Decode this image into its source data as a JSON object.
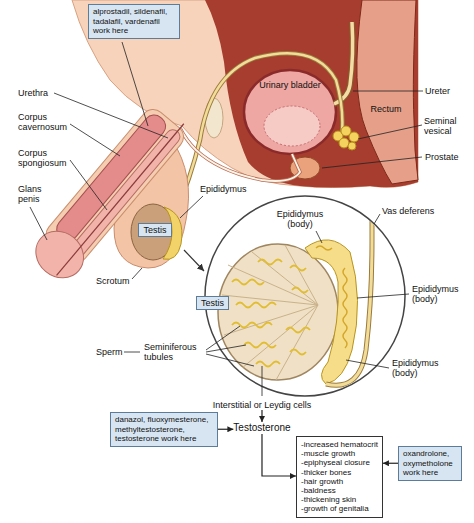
{
  "diagram": {
    "nodes": [
      {
        "text": [
          "alprostadil, sildenafil, tadalafil, vardenafil work here"
        ]
      },
      {
        "text": [
          "Testis"
        ]
      },
      {
        "text": [
          "Testis"
        ]
      },
      {
        "text": [
          "Interstitial or Leydig cells"
        ]
      },
      {
        "text": [
          "danazol, fluoxymesterone, methyltestosterone, testosterone work here"
        ]
      },
      {
        "text": [
          "Testosterone"
        ]
      },
      {
        "text": [
          "oxandrolone, oxymetholone work here"
        ]
      },
      {
        "text": [
          "-increased hematocrit",
          "-muscle growth",
          "-epiphyseal closure",
          "-thicker bones",
          "-hair growth",
          "-baldness",
          "-thickening skin",
          "-growth of genitalia"
        ]
      }
    ],
    "edges": [
      {
        "from": 3,
        "to": 5,
        "arrow": "to"
      },
      {
        "from": 4,
        "to": 5,
        "arrow": "to"
      },
      {
        "from": 5,
        "to": 7,
        "arrow": "to"
      },
      {
        "from": 6,
        "to": 7,
        "arrow": "to"
      }
    ],
    "labels": [
      "Urinary bladder",
      "Urethra",
      "Ureter",
      "Corpus cavernosum",
      "Seminal vesical",
      "Rectum",
      "Corpus spongiosum",
      "Prostate",
      "Glans penis",
      "Epididymus",
      "Scrotum",
      "Epididymus (body)",
      "Vas deferens",
      "Epididymus (body)",
      "Epididymus (body)",
      "Sperm",
      "Seminiferous tubules"
    ]
  }
}
